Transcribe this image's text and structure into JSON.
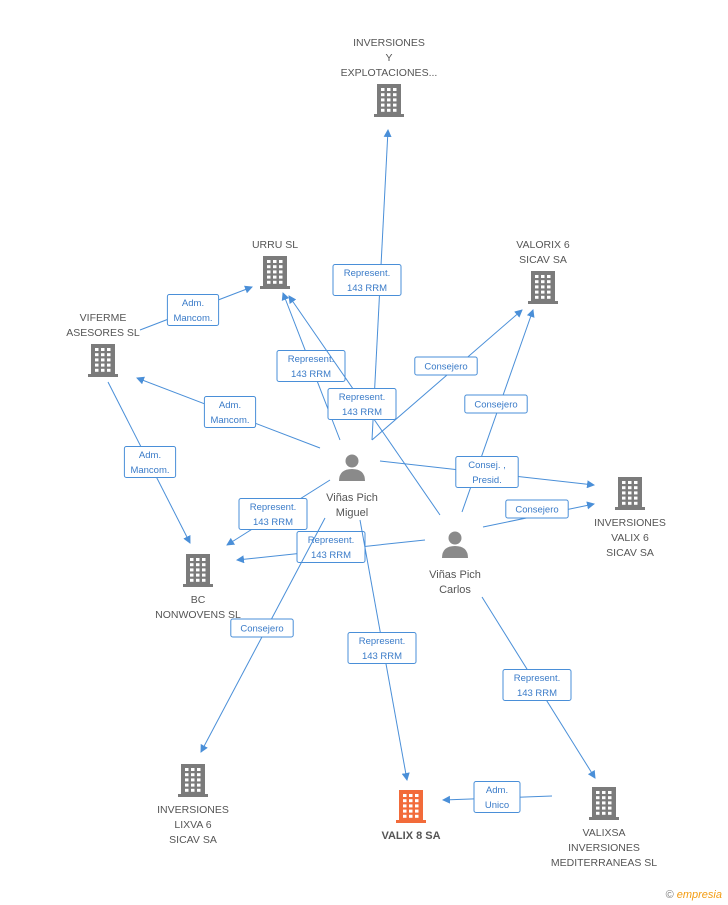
{
  "colors": {
    "edge": "#4a8fd8",
    "company": "#7b7b7b",
    "main_company": "#f26b3a",
    "person": "#8a8a8a"
  },
  "nodes": [
    {
      "id": "inversiones-explotaciones",
      "type": "company",
      "lines": [
        "INVERSIONES",
        "Y",
        "EXPLOTACIONES..."
      ]
    },
    {
      "id": "urru",
      "type": "company",
      "lines": [
        "URRU SL"
      ]
    },
    {
      "id": "valorix6",
      "type": "company",
      "lines": [
        "VALORIX 6",
        "SICAV SA"
      ]
    },
    {
      "id": "viferme",
      "type": "company",
      "lines": [
        "VIFERME",
        "ASESORES SL"
      ]
    },
    {
      "id": "inversiones-valix6",
      "type": "company",
      "lines": [
        "INVERSIONES",
        "VALIX 6",
        "SICAV SA"
      ]
    },
    {
      "id": "bc-nonwovens",
      "type": "company",
      "lines": [
        "BC",
        "NONWOVENS SL"
      ]
    },
    {
      "id": "inversiones-lixva6",
      "type": "company",
      "lines": [
        "INVERSIONES",
        "LIXVA 6",
        "SICAV SA"
      ]
    },
    {
      "id": "valix8",
      "type": "main",
      "lines": [
        "VALIX 8 SA"
      ]
    },
    {
      "id": "valixsa",
      "type": "company",
      "lines": [
        "VALIXSA",
        "INVERSIONES",
        "MEDITERRANEAS SL"
      ]
    },
    {
      "id": "miguel",
      "type": "person",
      "lines": [
        "Viñas Pich",
        "Miguel"
      ]
    },
    {
      "id": "carlos",
      "type": "person",
      "lines": [
        "Viñas Pich",
        "Carlos"
      ]
    }
  ],
  "edges": [
    {
      "from": "miguel",
      "to": "inversiones-explotaciones",
      "lines": [
        "Represent.",
        "143 RRM"
      ]
    },
    {
      "from": "miguel",
      "to": "urru",
      "lines": [
        "Represent.",
        "143 RRM"
      ]
    },
    {
      "from": "carlos",
      "to": "urru",
      "lines": [
        "Represent.",
        "143 RRM"
      ]
    },
    {
      "from": "viferme",
      "to": "urru",
      "lines": [
        "Adm.",
        "Mancom."
      ]
    },
    {
      "from": "miguel",
      "to": "viferme",
      "lines": [
        "Adm.",
        "Mancom."
      ]
    },
    {
      "from": "viferme",
      "to": "bc-nonwovens",
      "lines": [
        "Adm.",
        "Mancom."
      ]
    },
    {
      "from": "miguel",
      "to": "valorix6",
      "lines": [
        "Consejero"
      ]
    },
    {
      "from": "carlos",
      "to": "valorix6",
      "lines": [
        "Consejero"
      ]
    },
    {
      "from": "miguel",
      "to": "inversiones-valix6",
      "lines": [
        "Consej. ,",
        "Presid."
      ]
    },
    {
      "from": "carlos",
      "to": "inversiones-valix6",
      "lines": [
        "Consejero"
      ]
    },
    {
      "from": "miguel",
      "to": "bc-nonwovens",
      "lines": [
        "Represent.",
        "143 RRM"
      ]
    },
    {
      "from": "carlos",
      "to": "bc-nonwovens",
      "lines": [
        "Represent.",
        "143 RRM"
      ]
    },
    {
      "from": "miguel",
      "to": "inversiones-lixva6",
      "lines": [
        "Consejero"
      ]
    },
    {
      "from": "miguel",
      "to": "valix8",
      "lines": [
        "Represent.",
        "143 RRM"
      ]
    },
    {
      "from": "carlos",
      "to": "valixsa",
      "lines": [
        "Represent.",
        "143 RRM"
      ]
    },
    {
      "from": "valixsa",
      "to": "valix8",
      "lines": [
        "Adm.",
        "Unico"
      ]
    }
  ],
  "footer": {
    "symbol": "©",
    "brand": "empresia"
  }
}
